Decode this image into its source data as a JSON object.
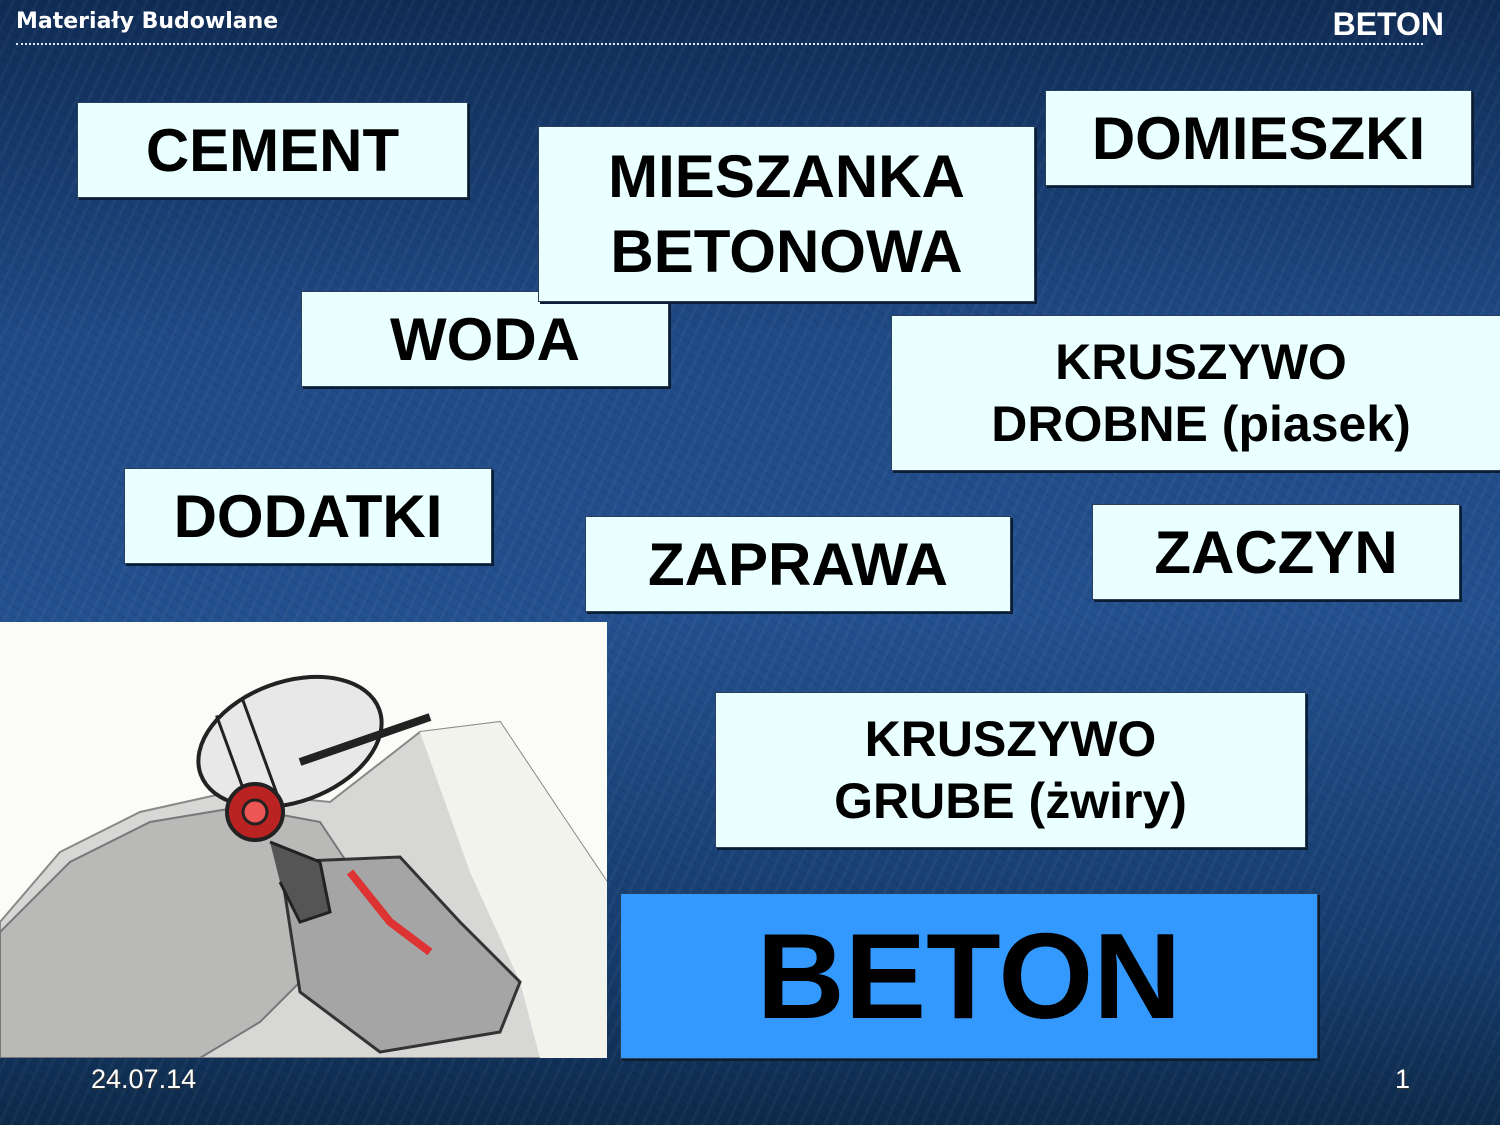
{
  "header": {
    "left": "Materiały Budowlane",
    "right": "BETON"
  },
  "boxes": {
    "cement": "CEMENT",
    "mieszanka": [
      "MIESZANKA",
      "BETONOWA"
    ],
    "domieszki": "DOMIESZKI",
    "woda": "WODA",
    "kruszywo_drobne": [
      "KRUSZYWO",
      "DROBNE (piasek)"
    ],
    "dodatki": "DODATKI",
    "zaprawa": "ZAPRAWA",
    "zaczyn": "ZACZYN",
    "kruszywo_grube": [
      "KRUSZYWO",
      "GRUBE (żwiry)"
    ],
    "beton": "BETON"
  },
  "footer": {
    "date": "24.07.14",
    "page": "1"
  }
}
